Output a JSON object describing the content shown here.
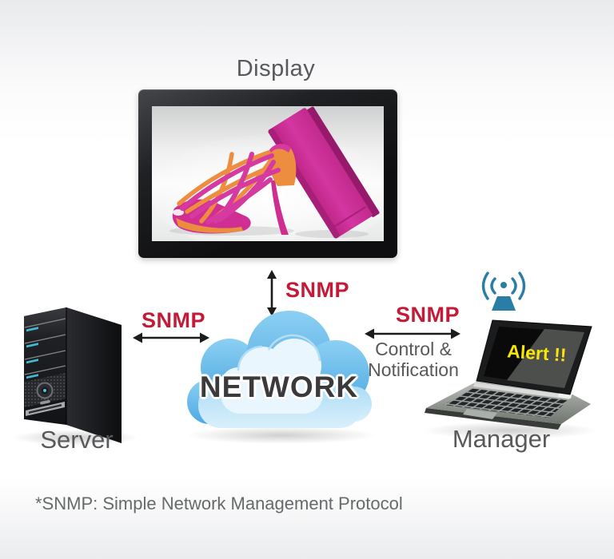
{
  "scene": {
    "display": {
      "label": "Display"
    },
    "server": {
      "label": "Server"
    },
    "manager": {
      "label": "Manager"
    },
    "cloud": {
      "label": "NETWORK"
    },
    "laptop_screen": {
      "alert": "Alert !!"
    },
    "links": {
      "display_network": {
        "protocol": "SNMP"
      },
      "server_network": {
        "protocol": "SNMP"
      },
      "manager_network": {
        "protocol": "SNMP",
        "note_line1": "Control &",
        "note_line2": "Notification"
      }
    },
    "footnote": "*SNMP: Simple Network Management Protocol",
    "icons": {
      "display": "display-monitor-icon",
      "server": "server-tower-icon",
      "network": "network-cloud-icon",
      "manager": "laptop-icon",
      "wireless": "wireless-antenna-icon",
      "arrows": "double-arrow-icon"
    },
    "colors": {
      "protocol_red": "#c31a38",
      "label_gray": "#58595b",
      "alert_yellow": "#f7e50b",
      "cloud_blue": "#5cb3e7",
      "cloud_light": "#e9f6fd",
      "antenna_teal": "#2a7da4",
      "network_text": "#3a3a3c",
      "server_led_teal": "#41b9cf",
      "arrow_black": "#1c1c1c"
    }
  }
}
